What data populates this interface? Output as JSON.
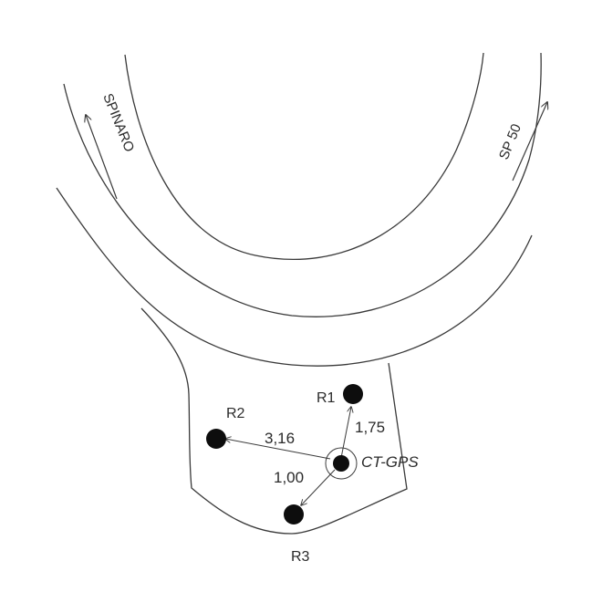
{
  "roads": {
    "left_name": "SPINARO",
    "right_name": "SP 50"
  },
  "points": {
    "r1": "R1",
    "r2": "R2",
    "r3": "R3",
    "station": "CT-GPS"
  },
  "distances": {
    "to_r1": "1,75",
    "to_r2": "3,16",
    "to_r3": "1,00"
  }
}
